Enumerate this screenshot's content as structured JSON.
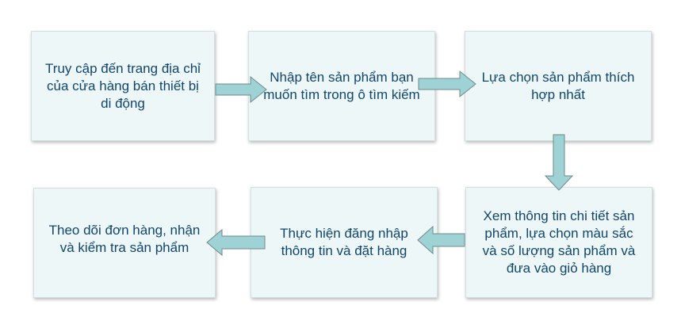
{
  "steps": [
    {
      "text": "Truy cập đến trang địa chỉ của cửa hàng bán thiết bị di động"
    },
    {
      "text": "Nhập tên sản phẩm bạn muốn tìm trong ô tìm kiếm"
    },
    {
      "text": "Lựa chọn sản phẩm thích hợp nhất"
    },
    {
      "text": "Xem thông tin chi tiết sản phẩm, lựa chọn màu sắc và số lượng sản phẩm và đưa vào giỏ hàng"
    },
    {
      "text": "Thực hiện đăng nhập thông tin và đặt hàng"
    },
    {
      "text": "Theo dõi đơn hàng, nhận và kiểm tra sản phẩm"
    }
  ],
  "colors": {
    "box_fill": "#eef7f7",
    "box_border": "#d3e0e0",
    "text": "#10466e",
    "arrow_fill": "#9fd2d4",
    "arrow_stroke": "#6e8a8c"
  }
}
